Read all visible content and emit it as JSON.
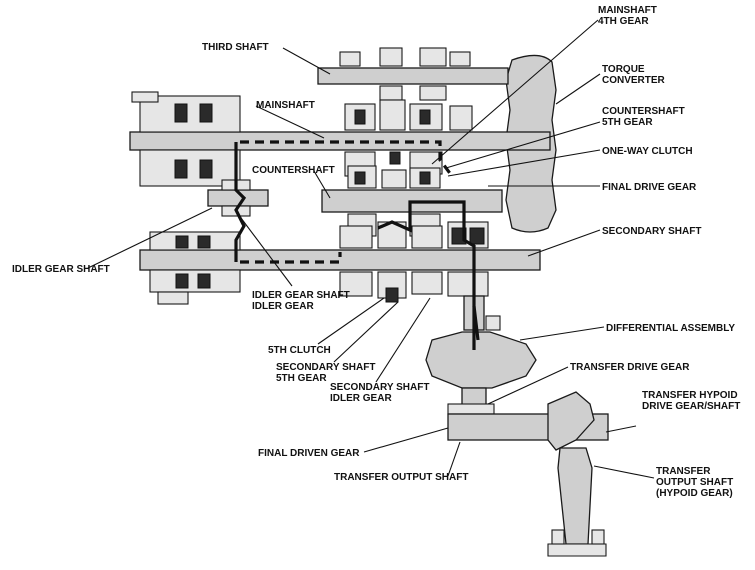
{
  "labels": {
    "mainshaft_4th_gear": [
      "MAINSHAFT",
      "4TH GEAR"
    ],
    "third_shaft": [
      "THIRD SHAFT"
    ],
    "torque_converter": [
      "TORQUE",
      "CONVERTER"
    ],
    "mainshaft": [
      "MAINSHAFT"
    ],
    "countershaft_5th_gear": [
      "COUNTERSHAFT",
      "5TH GEAR"
    ],
    "one_way_clutch": [
      "ONE-WAY CLUTCH"
    ],
    "countershaft": [
      "COUNTERSHAFT"
    ],
    "final_drive_gear": [
      "FINAL DRIVE GEAR"
    ],
    "secondary_shaft": [
      "SECONDARY SHAFT"
    ],
    "idler_gear_shaft": [
      "IDLER GEAR SHAFT"
    ],
    "idler_gear_shaft_idler_gear": [
      "IDLER GEAR SHAFT",
      "IDLER GEAR"
    ],
    "differential_assembly": [
      "DIFFERENTIAL ASSEMBLY"
    ],
    "fifth_clutch": [
      "5TH CLUTCH"
    ],
    "secondary_shaft_5th_gear": [
      "SECONDARY SHAFT",
      "5TH GEAR"
    ],
    "transfer_drive_gear": [
      "TRANSFER DRIVE GEAR"
    ],
    "secondary_shaft_idler_gear": [
      "SECONDARY SHAFT",
      "IDLER GEAR"
    ],
    "transfer_hypoid_drive_gear_shaft": [
      "TRANSFER HYPOID",
      "DRIVE GEAR/SHAFT"
    ],
    "final_driven_gear": [
      "FINAL DRIVEN GEAR"
    ],
    "transfer_output_shaft": [
      "TRANSFER OUTPUT SHAFT"
    ],
    "transfer_output_shaft_hypoid": [
      "TRANSFER",
      "OUTPUT SHAFT",
      "(HYPOID GEAR)"
    ]
  }
}
